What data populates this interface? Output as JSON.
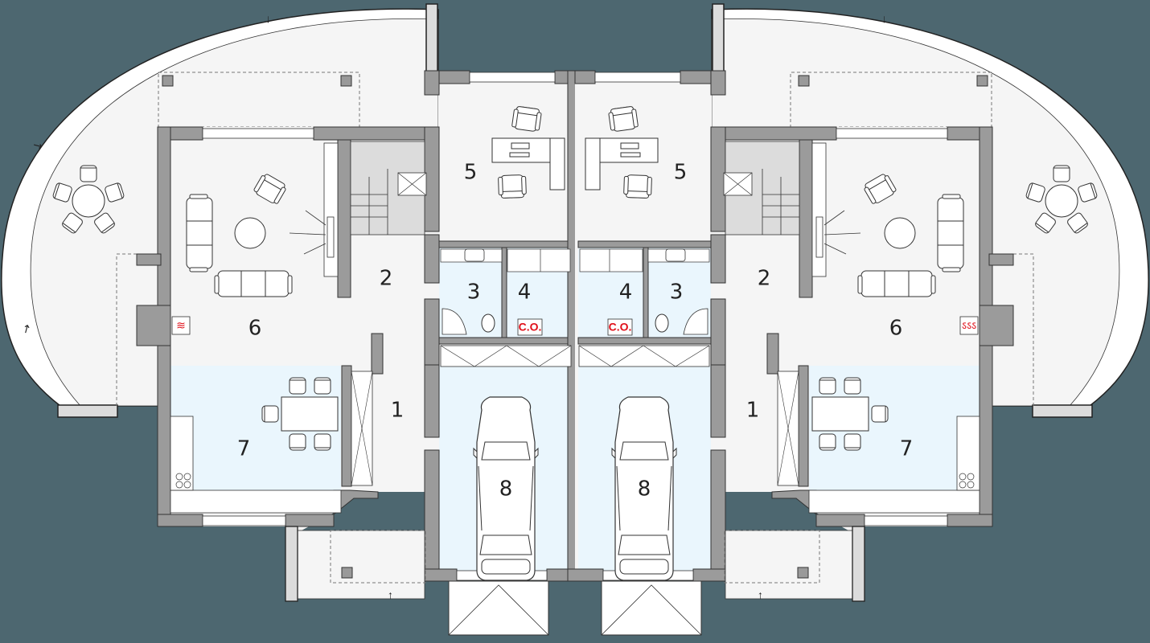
{
  "plan": {
    "type": "semi-detached house ground floor plan",
    "colors": {
      "background": "#4d6770",
      "floor": "#f5f5f5",
      "wet_room_floor": "#eaf6fd",
      "wall": "#9b9b9b",
      "terrace_edge": "#ffffff",
      "heating_marker": "#e0101a"
    },
    "units": [
      {
        "side": "left",
        "rooms": [
          {
            "number": "1",
            "role": "entrance hall"
          },
          {
            "number": "2",
            "role": "hall"
          },
          {
            "number": "3",
            "role": "bathroom"
          },
          {
            "number": "4",
            "role": "boiler room"
          },
          {
            "number": "5",
            "role": "office"
          },
          {
            "number": "6",
            "role": "living room"
          },
          {
            "number": "7",
            "role": "kitchen and dining"
          },
          {
            "number": "8",
            "role": "garage"
          }
        ],
        "boiler_label": "C.O.",
        "fireplace_symbol": "≋"
      },
      {
        "side": "right",
        "rooms": [
          {
            "number": "1",
            "role": "entrance hall"
          },
          {
            "number": "2",
            "role": "hall"
          },
          {
            "number": "3",
            "role": "bathroom"
          },
          {
            "number": "4",
            "role": "boiler room"
          },
          {
            "number": "5",
            "role": "office"
          },
          {
            "number": "6",
            "role": "living room"
          },
          {
            "number": "7",
            "role": "kitchen and dining"
          },
          {
            "number": "8",
            "role": "garage"
          }
        ],
        "boiler_label": "C.O.",
        "fireplace_symbol": "ऽऽऽ"
      }
    ]
  }
}
